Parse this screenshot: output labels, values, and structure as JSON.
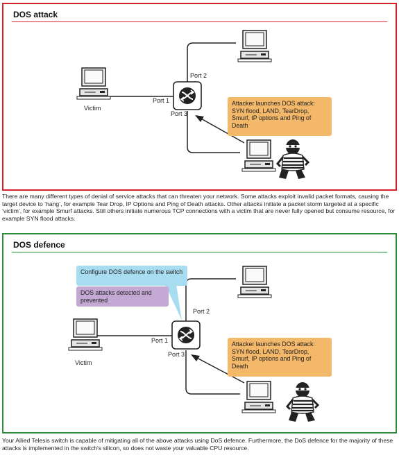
{
  "attack": {
    "title": "DOS attack",
    "victim_label": "Victim",
    "port1": "Port 1",
    "port2": "Port 2",
    "port3": "Port 3",
    "callout": "Attacker launches DOS attack: SYN flood, LAND, TearDrop, Smurf, IP options and Ping of Death"
  },
  "attack_description": "There are many different types of denial of service attacks that can threaten your network. Some attacks exploit invalid packet formats, causing the target device to ‘hang’, for example Tear Drop, IP Options and Ping of Death attacks. Other attacks initiate a packet storm targeted at a specific ‘victim’, for example Smurf attacks. Still others initiate numerous TCP connections with a victim that are never fully opened but consume resource, for example SYN flood attacks.",
  "defence": {
    "title": "DOS defence",
    "victim_label": "Victim",
    "port1": "Port 1",
    "port2": "Port 2",
    "port3": "Port 3",
    "configure_callout": "Configure DOS defence on the switch",
    "detected_callout": "DOS attacks detected and prevented",
    "attacker_callout": "Attacker launches DOS attack: SYN flood, LAND, TearDrop, Smurf, IP options and Ping of Death"
  },
  "defence_description": "Your Allied Telesis switch is capable of mitigating all of the above attacks using DoS defence. Furthermore, the DoS defence for the majority of these attacks is implemented in the switch's silicon, so does not waste your valuable CPU resource.",
  "colors": {
    "attack_border": "#d8202a",
    "defence_border": "#2e8b3a",
    "orange_callout": "#f4b86a",
    "blue_callout": "#a8dcf0",
    "purple_callout": "#c3a9d4"
  }
}
